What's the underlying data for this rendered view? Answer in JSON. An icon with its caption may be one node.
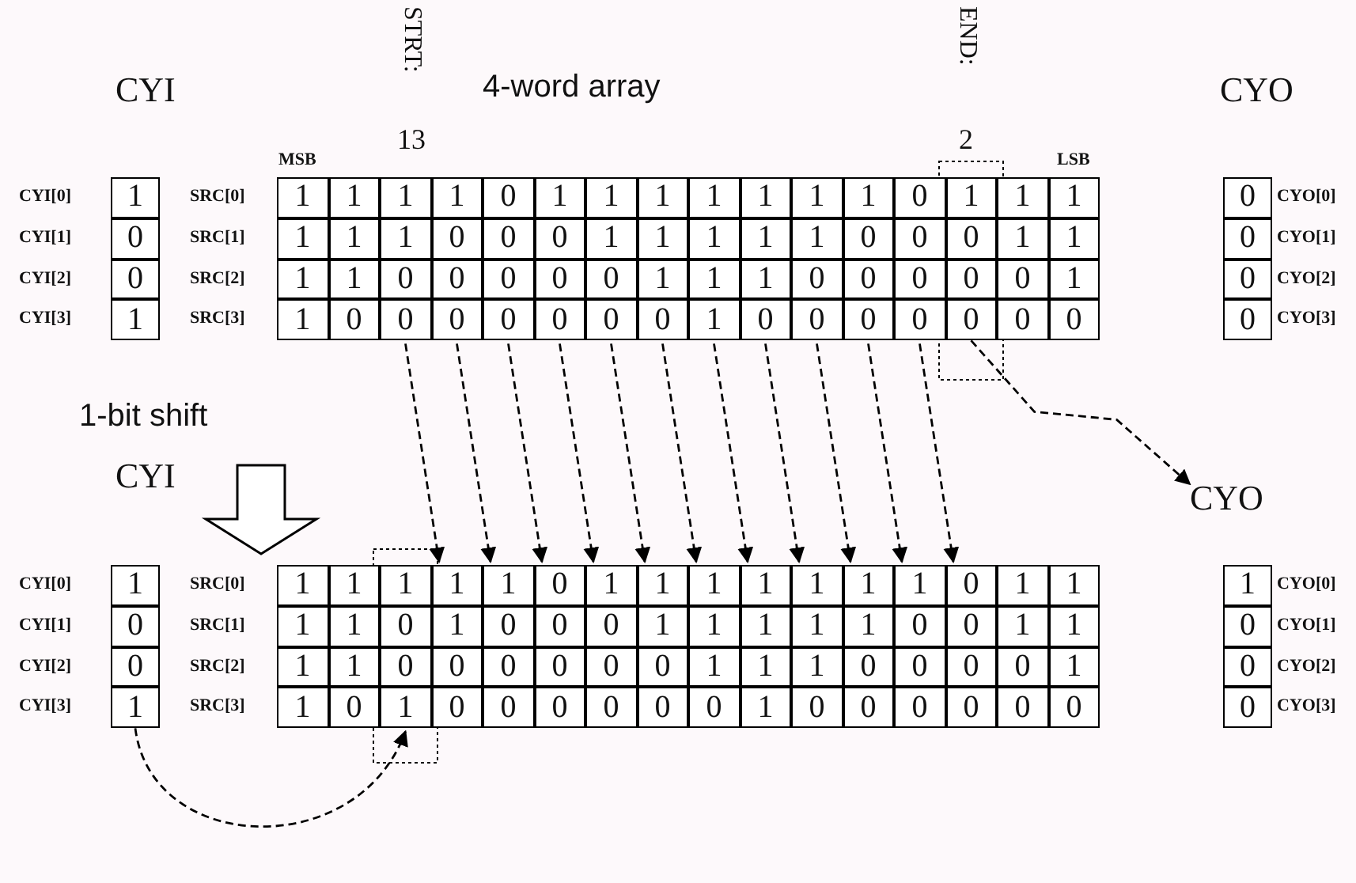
{
  "diagram": {
    "nodes": [
      {
        "text": [
          "1"
        ]
      },
      {
        "text": [
          "0"
        ]
      },
      {
        "text": [
          "0"
        ]
      },
      {
        "text": [
          "1"
        ]
      },
      {
        "text": [
          "1"
        ]
      },
      {
        "text": [
          "1"
        ]
      },
      {
        "text": [
          "1"
        ]
      },
      {
        "text": [
          "1"
        ]
      },
      {
        "text": [
          "0"
        ]
      },
      {
        "text": [
          "1"
        ]
      },
      {
        "text": [
          "1"
        ]
      },
      {
        "text": [
          "1"
        ]
      },
      {
        "text": [
          "1"
        ]
      },
      {
        "text": [
          "1"
        ]
      },
      {
        "text": [
          "1"
        ]
      },
      {
        "text": [
          "1"
        ]
      },
      {
        "text": [
          "0"
        ]
      },
      {
        "text": [
          "1"
        ]
      },
      {
        "text": [
          "1"
        ]
      },
      {
        "text": [
          "1"
        ]
      },
      {
        "text": [
          "1"
        ]
      },
      {
        "text": [
          "1"
        ]
      },
      {
        "text": [
          "1"
        ]
      },
      {
        "text": [
          "0"
        ]
      },
      {
        "text": [
          "0"
        ]
      },
      {
        "text": [
          "0"
        ]
      },
      {
        "text": [
          "1"
        ]
      },
      {
        "text": [
          "1"
        ]
      },
      {
        "text": [
          "1"
        ]
      },
      {
        "text": [
          "1"
        ]
      },
      {
        "text": [
          "1"
        ]
      },
      {
        "text": [
          "0"
        ]
      },
      {
        "text": [
          "0"
        ]
      },
      {
        "text": [
          "0"
        ]
      },
      {
        "text": [
          "1"
        ]
      },
      {
        "text": [
          "1"
        ]
      },
      {
        "text": [
          "1"
        ]
      },
      {
        "text": [
          "1"
        ]
      },
      {
        "text": [
          "0"
        ]
      },
      {
        "text": [
          "0"
        ]
      },
      {
        "text": [
          "0"
        ]
      },
      {
        "text": [
          "0"
        ]
      },
      {
        "text": [
          "0"
        ]
      },
      {
        "text": [
          "1"
        ]
      },
      {
        "text": [
          "1"
        ]
      },
      {
        "text": [
          "1"
        ]
      },
      {
        "text": [
          "0"
        ]
      },
      {
        "text": [
          "0"
        ]
      },
      {
        "text": [
          "0"
        ]
      },
      {
        "text": [
          "0"
        ]
      },
      {
        "text": [
          "0"
        ]
      },
      {
        "text": [
          "1"
        ]
      },
      {
        "text": [
          "1"
        ]
      },
      {
        "text": [
          "0"
        ]
      },
      {
        "text": [
          "0"
        ]
      },
      {
        "text": [
          "0"
        ]
      },
      {
        "text": [
          "0"
        ]
      },
      {
        "text": [
          "0"
        ]
      },
      {
        "text": [
          "0"
        ]
      },
      {
        "text": [
          "0"
        ]
      },
      {
        "text": [
          "1"
        ]
      },
      {
        "text": [
          "0"
        ]
      },
      {
        "text": [
          "0"
        ]
      },
      {
        "text": [
          "0"
        ]
      },
      {
        "text": [
          "0"
        ]
      },
      {
        "text": [
          "0"
        ]
      },
      {
        "text": [
          "0"
        ]
      },
      {
        "text": [
          "0"
        ]
      },
      {
        "text": [
          "0"
        ]
      },
      {
        "text": [
          "0"
        ]
      },
      {
        "text": [
          "0"
        ]
      },
      {
        "text": [
          "0"
        ]
      },
      {
        "text": [
          "CYO"
        ]
      },
      {
        "text": [
          "1"
        ]
      },
      {
        "text": [
          "0"
        ]
      },
      {
        "text": [
          "0"
        ]
      },
      {
        "text": [
          "1"
        ]
      },
      {
        "text": [
          "1"
        ]
      },
      {
        "text": [
          "1"
        ]
      },
      {
        "text": [
          "1"
        ]
      },
      {
        "text": [
          "1"
        ]
      },
      {
        "text": [
          "1"
        ]
      },
      {
        "text": [
          "0"
        ]
      },
      {
        "text": [
          "1"
        ]
      },
      {
        "text": [
          "1"
        ]
      },
      {
        "text": [
          "1"
        ]
      },
      {
        "text": [
          "1"
        ]
      },
      {
        "text": [
          "1"
        ]
      },
      {
        "text": [
          "1"
        ]
      },
      {
        "text": [
          "1"
        ]
      },
      {
        "text": [
          "0"
        ]
      },
      {
        "text": [
          "1"
        ]
      },
      {
        "text": [
          "1"
        ]
      },
      {
        "text": [
          "1"
        ]
      },
      {
        "text": [
          "1"
        ]
      },
      {
        "text": [
          "0"
        ]
      },
      {
        "text": [
          "1"
        ]
      },
      {
        "text": [
          "0"
        ]
      },
      {
        "text": [
          "0"
        ]
      },
      {
        "text": [
          "0"
        ]
      },
      {
        "text": [
          "1"
        ]
      },
      {
        "text": [
          "1"
        ]
      },
      {
        "text": [
          "1"
        ]
      },
      {
        "text": [
          "1"
        ]
      },
      {
        "text": [
          "1"
        ]
      },
      {
        "text": [
          "0"
        ]
      },
      {
        "text": [
          "0"
        ]
      },
      {
        "text": [
          "1"
        ]
      },
      {
        "text": [
          "1"
        ]
      },
      {
        "text": [
          "1"
        ]
      },
      {
        "text": [
          "1"
        ]
      },
      {
        "text": [
          "0"
        ]
      },
      {
        "text": [
          "0"
        ]
      },
      {
        "text": [
          "0"
        ]
      },
      {
        "text": [
          "0"
        ]
      },
      {
        "text": [
          "0"
        ]
      },
      {
        "text": [
          "0"
        ]
      },
      {
        "text": [
          "1"
        ]
      },
      {
        "text": [
          "1"
        ]
      },
      {
        "text": [
          "1"
        ]
      },
      {
        "text": [
          "0"
        ]
      },
      {
        "text": [
          "0"
        ]
      },
      {
        "text": [
          "0"
        ]
      },
      {
        "text": [
          "0"
        ]
      },
      {
        "text": [
          "1"
        ]
      },
      {
        "text": [
          "1"
        ]
      },
      {
        "text": [
          "0"
        ]
      },
      {
        "text": [
          "1"
        ]
      },
      {
        "text": [
          "0"
        ]
      },
      {
        "text": [
          "0"
        ]
      },
      {
        "text": [
          "0"
        ]
      },
      {
        "text": [
          "0"
        ]
      },
      {
        "text": [
          "0"
        ]
      },
      {
        "text": [
          "0"
        ]
      },
      {
        "text": [
          "1"
        ]
      },
      {
        "text": [
          "0"
        ]
      },
      {
        "text": [
          "0"
        ]
      },
      {
        "text": [
          "0"
        ]
      },
      {
        "text": [
          "0"
        ]
      },
      {
        "text": [
          "0"
        ]
      },
      {
        "text": [
          "0"
        ]
      },
      {
        "text": [
          "1"
        ]
      },
      {
        "text": [
          "0"
        ]
      },
      {
        "text": [
          "0"
        ]
      },
      {
        "text": [
          "0"
        ]
      }
    ],
    "edges": [
      {
        "from": 54,
        "to": 80,
        "arrow": "to",
        "style": "dashed"
      },
      {
        "from": 55,
        "to": 81,
        "arrow": "to",
        "style": "dashed"
      },
      {
        "from": 56,
        "to": 82,
        "arrow": "to",
        "style": "dashed"
      },
      {
        "from": 57,
        "to": 83,
        "arrow": "to",
        "style": "dashed"
      },
      {
        "from": 58,
        "to": 84,
        "arrow": "to",
        "style": "dashed"
      },
      {
        "from": 59,
        "to": 85,
        "arrow": "to",
        "style": "dashed"
      },
      {
        "from": 60,
        "to": 86,
        "arrow": "to",
        "style": "dashed"
      },
      {
        "from": 61,
        "to": 87,
        "arrow": "to",
        "style": "dashed"
      },
      {
        "from": 62,
        "to": 88,
        "arrow": "to",
        "style": "dashed"
      },
      {
        "from": 63,
        "to": 89,
        "arrow": "to",
        "style": "dashed"
      },
      {
        "from": 64,
        "to": 90,
        "arrow": "to",
        "style": "dashed"
      },
      {
        "from": 65,
        "to": 72,
        "arrow": "to",
        "style": "dashed"
      },
      {
        "from": 76,
        "to": 127,
        "arrow": "to",
        "style": "dashed"
      }
    ],
    "labels": [
      "STRT:",
      "END:",
      "CYI",
      "4-word array",
      "CYO",
      "MSB",
      "13",
      "2",
      "LSB",
      "CYI[0]",
      "SRC[0]",
      "CYO[0]",
      "CYI[1]",
      "SRC[1]",
      "CYO[1]",
      "CYI[2]",
      "SRC[2]",
      "CYO[2]",
      "CYI[3]",
      "SRC[3]",
      "CYO[3]",
      "1-bit shift",
      "CYI",
      "CYI[0]",
      "SRC[0]",
      "CYO[0]",
      "CYI[1]",
      "SRC[1]",
      "CYO[1]",
      "CYI[2]",
      "SRC[2]",
      "CYO[2]",
      "CYI[3]",
      "SRC[3]",
      "CYO[3]"
    ]
  }
}
